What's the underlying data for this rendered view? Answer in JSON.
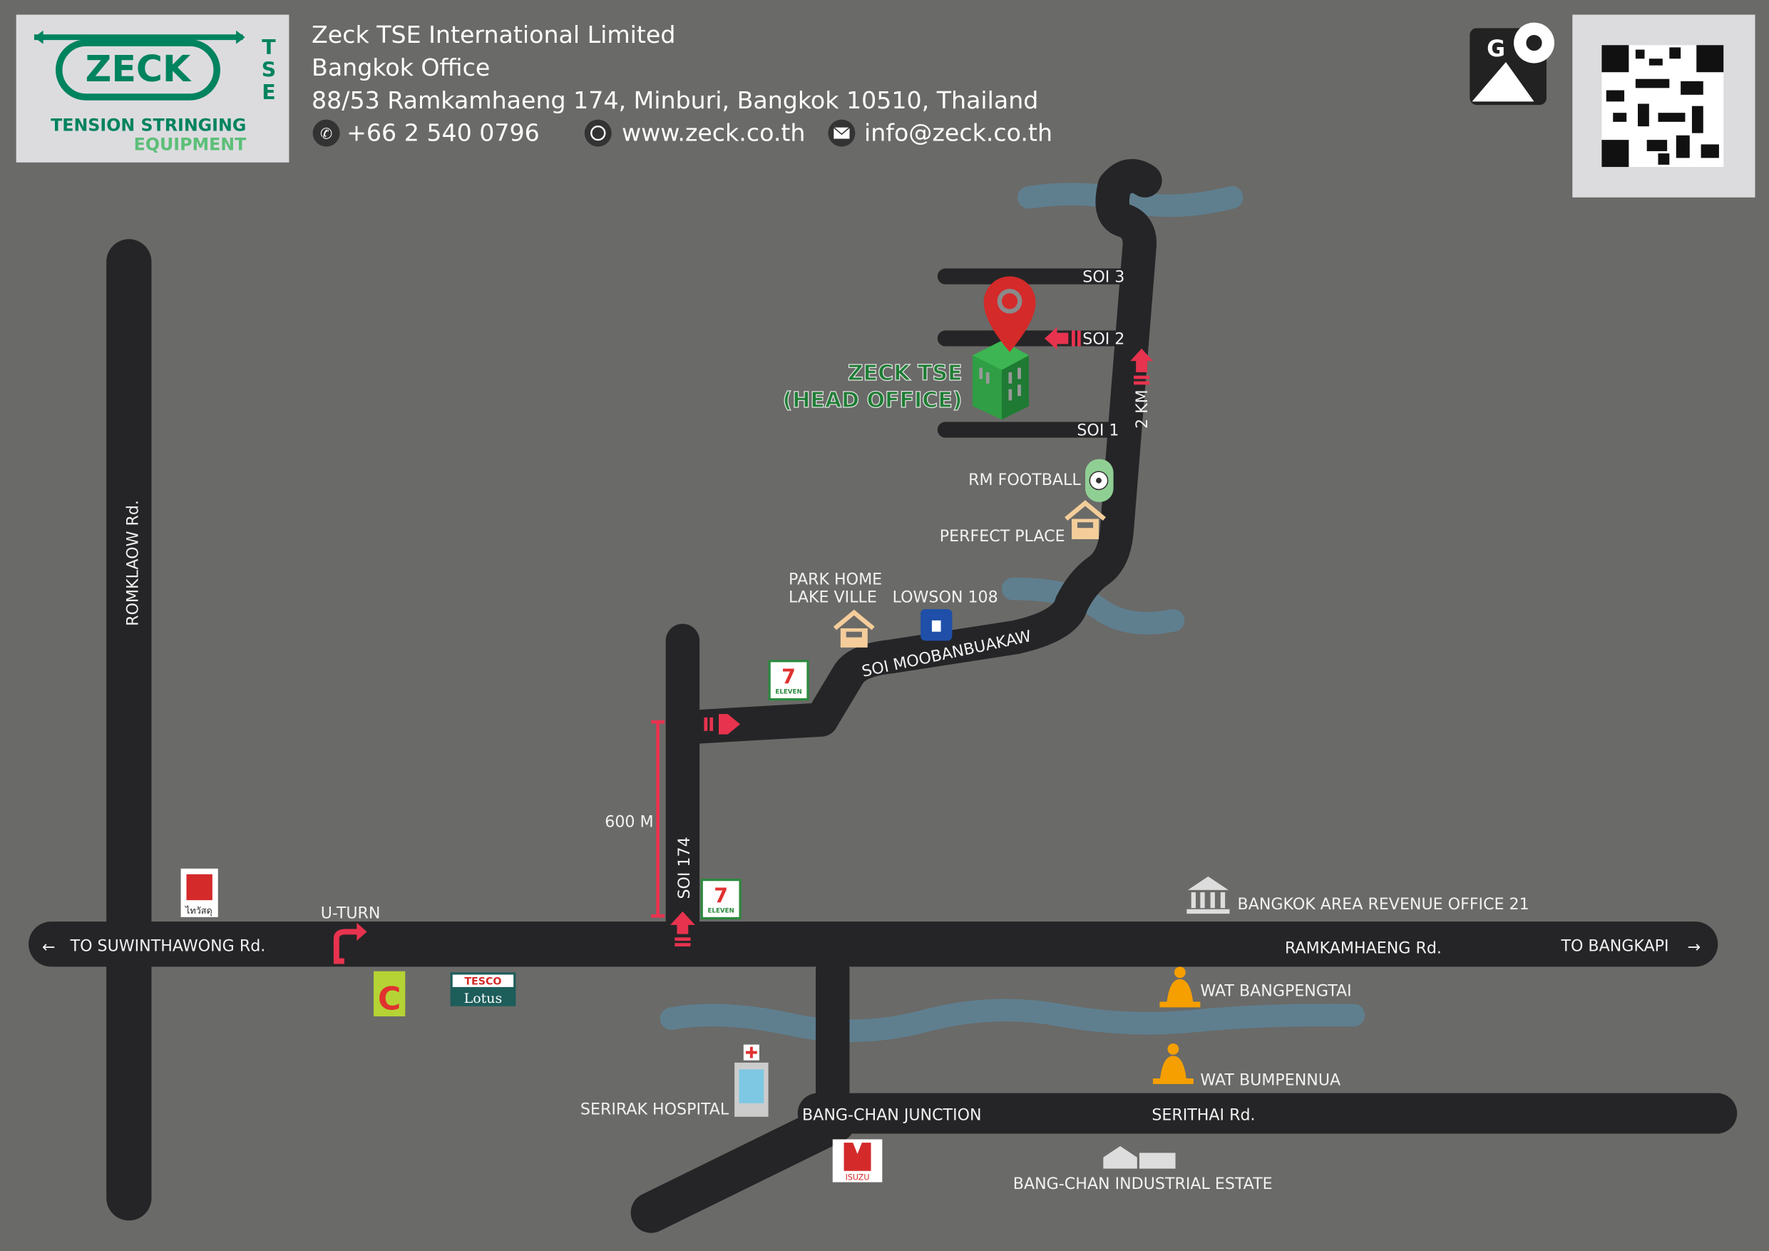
{
  "header": {
    "company": "Zeck TSE International Limited",
    "office": "Bangkok Office",
    "address": "88/53 Ramkamhaeng 174, Minburi, Bangkok 10510, Thailand",
    "phone": "+66 2 540 0796",
    "website": "www.zeck.co.th",
    "email": "info@zeck.co.th"
  },
  "logo": {
    "mark": "ZECK",
    "side": "TSE",
    "line1": "TENSION STRINGING",
    "line2": "EQUIPMENT"
  },
  "map": {
    "roads": {
      "romklaow": "ROMKLAOW Rd.",
      "ramkamhaeng": "RAMKAMHAENG Rd.",
      "serithai": "SERITHAI Rd.",
      "soi174": "SOI 174",
      "moobanbuakaw": "SOI MOOBANBUAKAW",
      "soi1": "SOI 1",
      "soi2": "SOI 2",
      "soi3": "SOI 3"
    },
    "directions": {
      "west": "TO SUWINTHAWONG Rd.",
      "east": "TO BANGKAPI",
      "uturn": "U-TURN"
    },
    "distances": {
      "km": "2 KM",
      "m": "600 M"
    },
    "destination": {
      "line1": "ZECK TSE",
      "line2": "(HEAD OFFICE)"
    },
    "landmarks": {
      "football": "RM FOOTBALL",
      "perfect": "PERFECT PLACE",
      "parkhome1": "PARK HOME",
      "parkhome2": "LAKE VILLE",
      "lawson": "LOWSON 108",
      "revenue": "BANGKOK AREA REVENUE OFFICE 21",
      "wat1": "WAT BANGPENGTAI",
      "wat2": "WAT BUMPENNUA",
      "hospital": "SERIRAK HOSPITAL",
      "junction": "BANG-CHAN JUNCTION",
      "industrial": "BANG-CHAN INDUSTRIAL ESTATE"
    },
    "brands": {
      "seven": "7",
      "eleven": "ELEVEN",
      "tesco": "TESCO",
      "lotus": "Lotus",
      "bigc": "C",
      "isuzu": "ISUZU",
      "thaiwatsadu": "ไทวัสดุ"
    }
  },
  "colors": {
    "road": "#252527",
    "accent": "#e8334f",
    "brand": "#00835f"
  }
}
